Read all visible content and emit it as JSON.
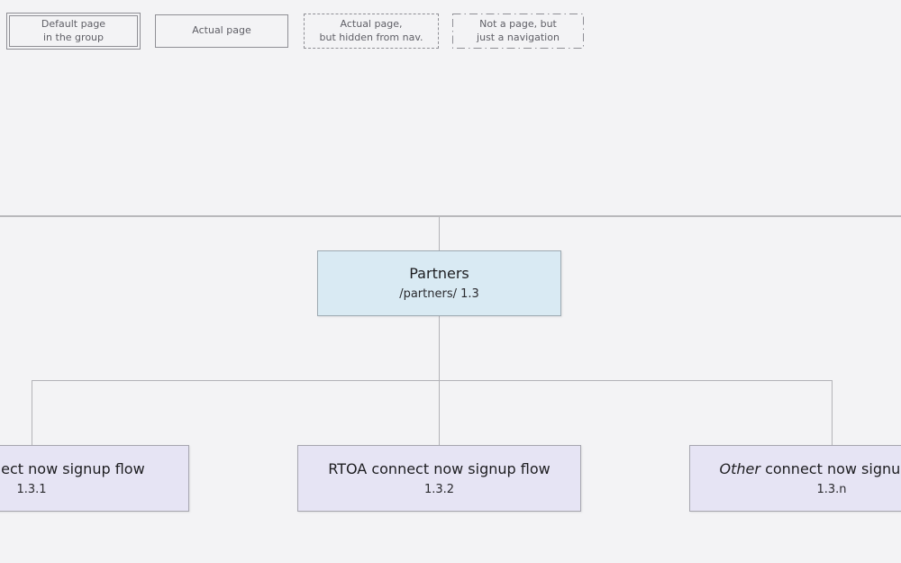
{
  "colors": {
    "background": "#f3f3f5",
    "root_fill": "#d9eaf3",
    "child_fill": "#e6e4f4",
    "box_border": "#a6a6af",
    "connector_line": "#b3b3b8",
    "legend_border": "#8f8f95",
    "legend_text": "#5f5f66"
  },
  "legend": {
    "items": [
      {
        "style": "double-solid-border",
        "lines": [
          "Default page",
          "in the group"
        ]
      },
      {
        "style": "solid-border",
        "lines": [
          "Actual page",
          ""
        ]
      },
      {
        "style": "dashed-border",
        "lines": [
          "Actual page,",
          "but hidden from nav."
        ]
      },
      {
        "style": "dash-dot-border",
        "lines": [
          "Not a page, but",
          "just a navigation"
        ]
      }
    ]
  },
  "tree": {
    "root": {
      "title": "Partners",
      "subtitle": "/partners/ 1.3"
    },
    "children": [
      {
        "title": "nect now signup flow",
        "subtitle": "1.3.1",
        "clipped": "left edge of screen"
      },
      {
        "title": "RTOA connect now signup flow",
        "subtitle": "1.3.2"
      },
      {
        "title_italic": "Other",
        "title_rest": " connect now signup flow",
        "subtitle": "1.3.n",
        "clipped": "right edge of screen"
      }
    ]
  }
}
